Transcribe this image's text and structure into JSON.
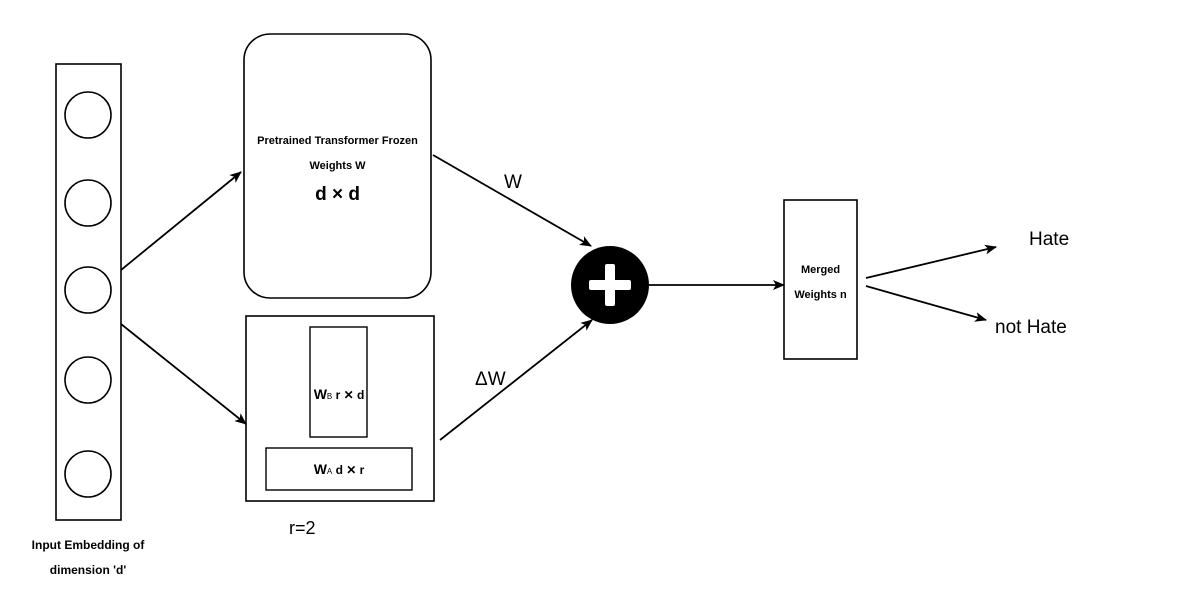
{
  "input": {
    "caption_line1": "Input Embedding of",
    "caption_line2": "dimension 'd'",
    "node_count": 5
  },
  "pretrained": {
    "line1": "Pretrained Transformer Frozen",
    "line2": "Weights W",
    "dims": "d × d"
  },
  "lora": {
    "wb": {
      "name": "W",
      "sub": "B",
      "dims": " r ✕ d"
    },
    "wa": {
      "name": "W",
      "sub": "A",
      "dims": " d ✕ r"
    },
    "rank": "r=2"
  },
  "edges": {
    "w": "W",
    "delta_w": "ΔW"
  },
  "merged": {
    "line1": "Merged",
    "line2": "Weights n"
  },
  "outputs": {
    "hate": "Hate",
    "not_hate": "not Hate"
  },
  "colors": {
    "stroke": "#000000",
    "plus_fill": "#000000",
    "plus_glyph": "#ffffff"
  }
}
